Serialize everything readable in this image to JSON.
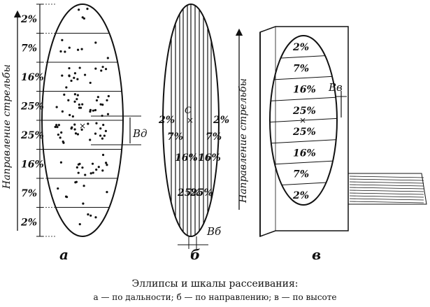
{
  "panel_a": {
    "letter": "а",
    "axis_label": "Направление стрельбы",
    "bands": [
      "2%",
      "7%",
      "16%",
      "25%",
      "25%",
      "16%",
      "7%",
      "2%"
    ],
    "measure_label": "Вд"
  },
  "panel_b": {
    "letter": "б",
    "axis_label": "Направление стрельбы",
    "center_label": "С",
    "left_labels": [
      "2%",
      "7%",
      "16%",
      "25%"
    ],
    "right_labels": [
      "2%",
      "7%",
      "16%",
      "25%"
    ],
    "measure_label": "Вб"
  },
  "panel_c": {
    "letter": "в",
    "bands": [
      "2%",
      "7%",
      "16%",
      "25%",
      "25%",
      "16%",
      "7%",
      "2%"
    ],
    "measure_label": "Вв"
  },
  "caption": {
    "title": "Эллипсы и шкалы рассеивания:",
    "subtitle": "а — по дальности; б — по направлению; в — по высоте"
  }
}
